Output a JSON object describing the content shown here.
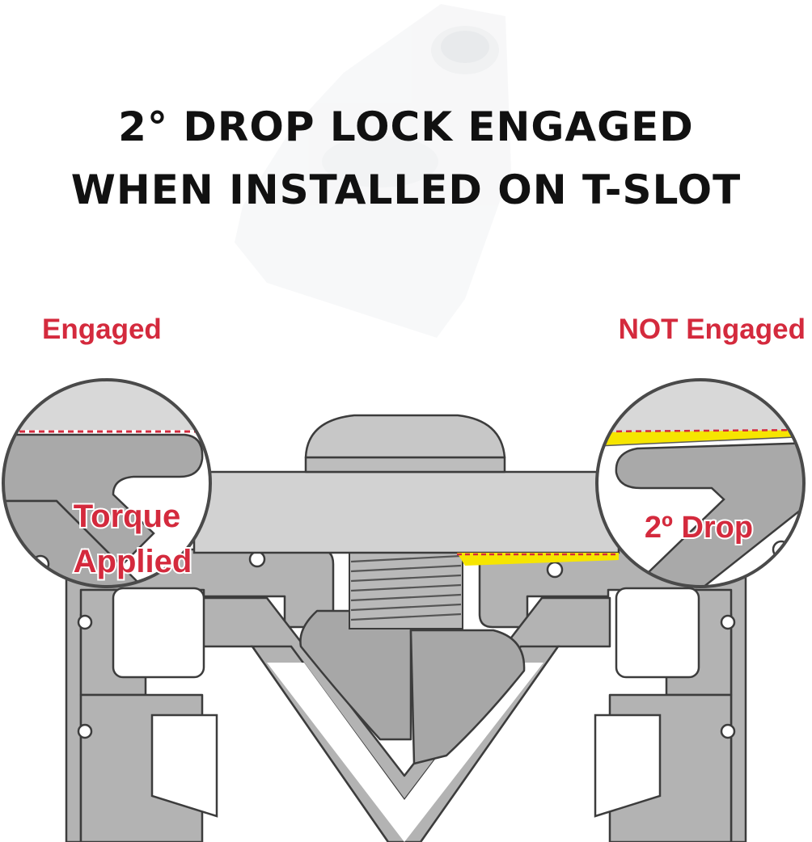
{
  "title": {
    "line1": "2° DROP LOCK ENGAGED",
    "line2": "WHEN INSTALLED ON T-SLOT"
  },
  "labels": {
    "engaged": "Engaged",
    "not_engaged": "NOT Engaged"
  },
  "callouts": {
    "left_line1": "Torque",
    "left_line2": "Applied",
    "right": "2º Drop"
  },
  "colors": {
    "accent_red": "#d42a3d",
    "profile_gray": "#b3b3b3",
    "outline": "#3c3c3c",
    "highlight_yellow": "#f6e500"
  }
}
